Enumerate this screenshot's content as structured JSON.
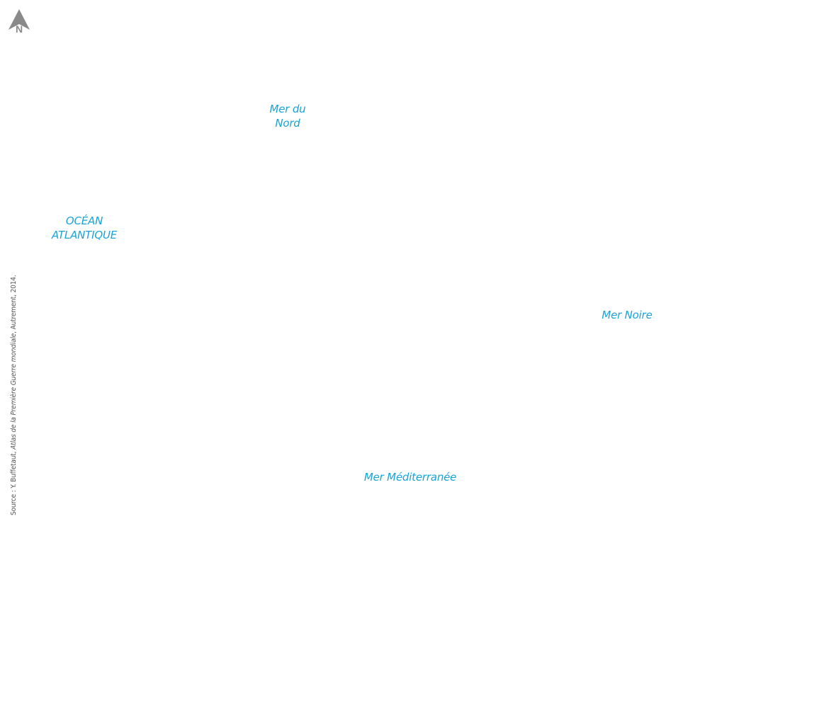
{
  "compass": {
    "icon": "north-arrow-icon",
    "letter": "N",
    "color": "#888888"
  },
  "seas": {
    "mer_du_nord": [
      "Mer du",
      "Nord"
    ],
    "ocean_atlantique": [
      "OCÉAN",
      "ATLANTIQUE"
    ],
    "mer_noire": "Mer Noire",
    "mer_mediterranee": "Mer Méditerranée",
    "color": "#1aa3d6"
  },
  "source": {
    "prefix": "Source : Y. Buffetaut, ",
    "title": "Atlas de la Première Guerre mondiale",
    "suffix": ", Autrement, 2014."
  }
}
